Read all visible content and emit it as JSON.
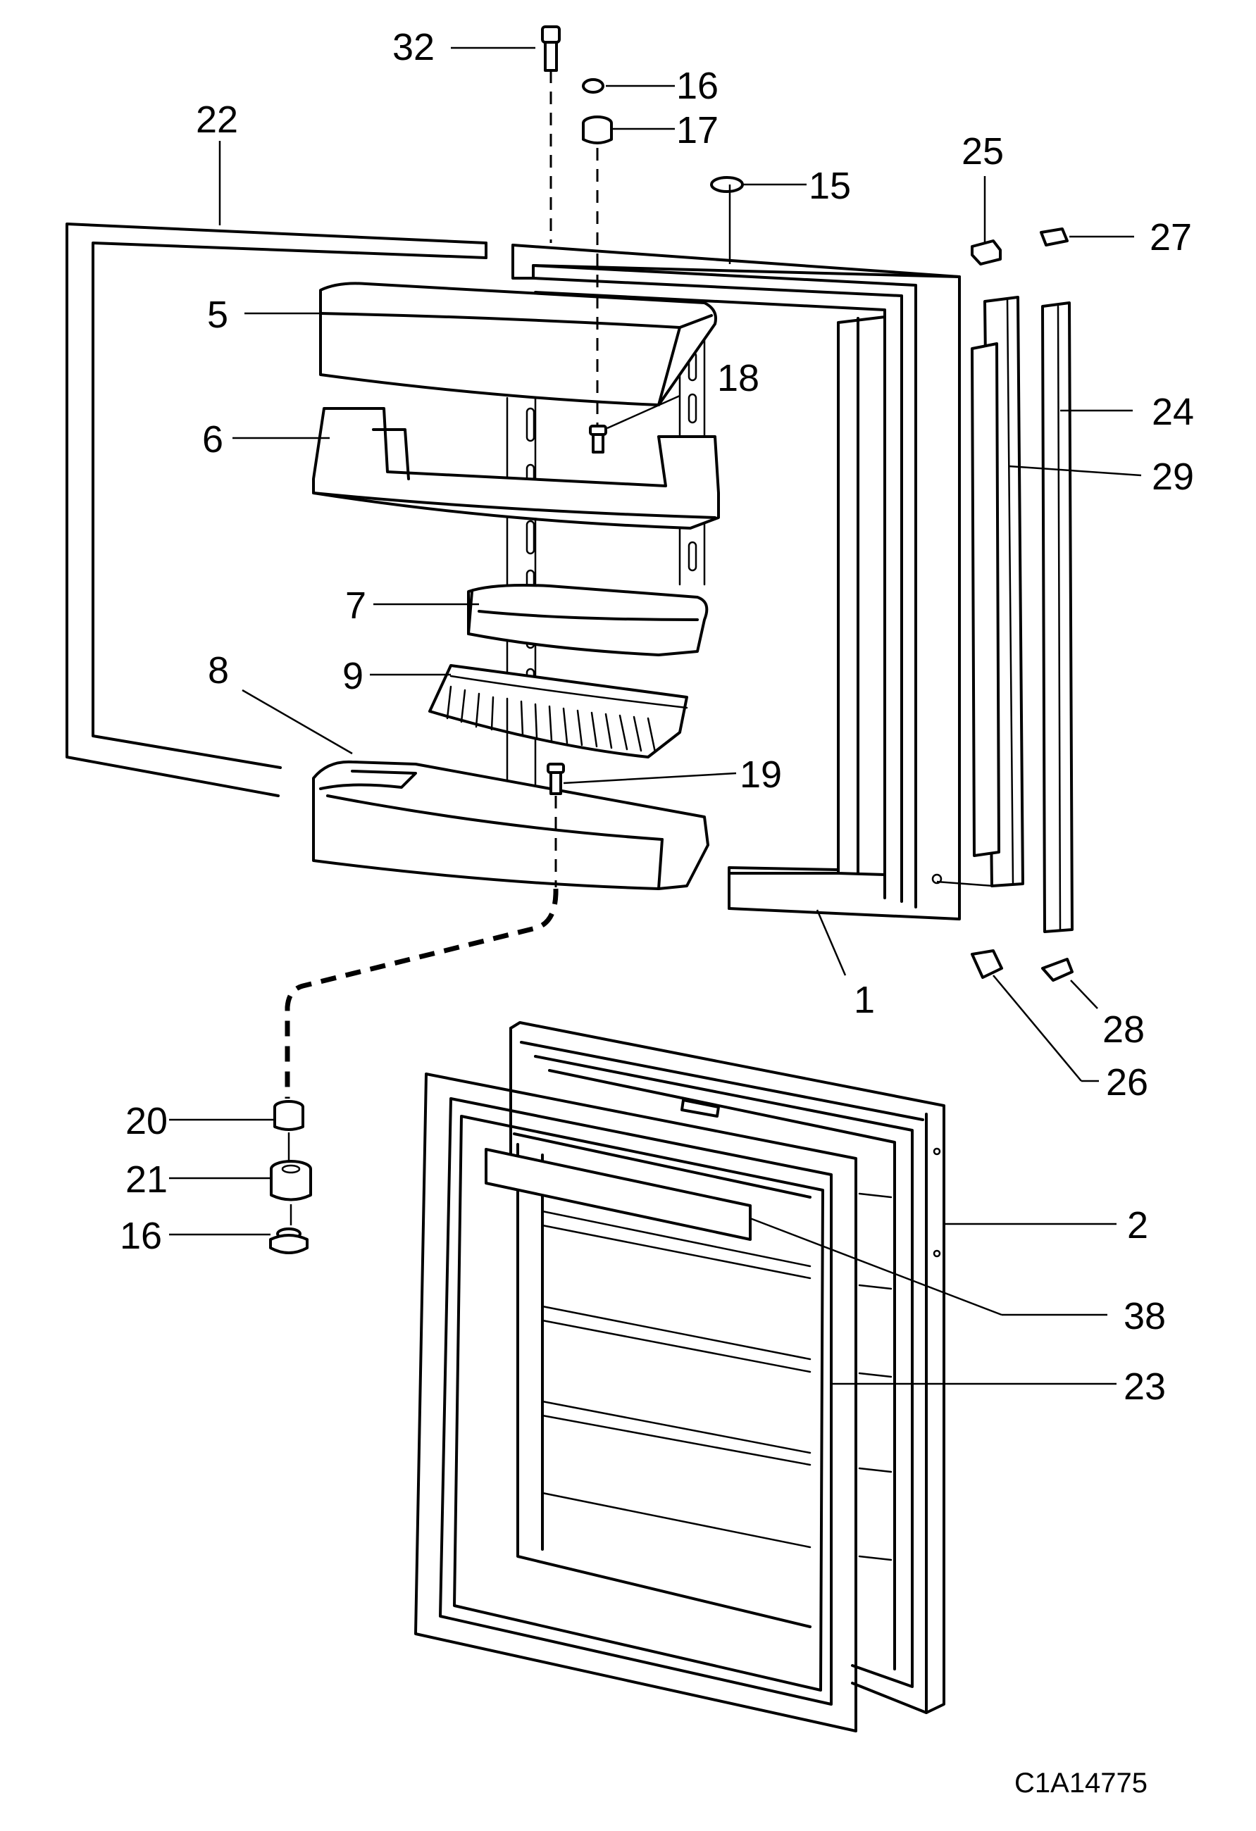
{
  "drawing_code": "C1A14775",
  "callouts": [
    {
      "id": "c32",
      "label": "32"
    },
    {
      "id": "c16a",
      "label": "16"
    },
    {
      "id": "c17",
      "label": "17"
    },
    {
      "id": "c22",
      "label": "22"
    },
    {
      "id": "c15",
      "label": "15"
    },
    {
      "id": "c25",
      "label": "25"
    },
    {
      "id": "c27",
      "label": "27"
    },
    {
      "id": "c5",
      "label": "5"
    },
    {
      "id": "c18",
      "label": "18"
    },
    {
      "id": "c6",
      "label": "6"
    },
    {
      "id": "c24",
      "label": "24"
    },
    {
      "id": "c29",
      "label": "29"
    },
    {
      "id": "c7",
      "label": "7"
    },
    {
      "id": "c9",
      "label": "9"
    },
    {
      "id": "c8",
      "label": "8"
    },
    {
      "id": "c19",
      "label": "19"
    },
    {
      "id": "c1",
      "label": "1"
    },
    {
      "id": "c28",
      "label": "28"
    },
    {
      "id": "c26",
      "label": "26"
    },
    {
      "id": "c20",
      "label": "20"
    },
    {
      "id": "c21",
      "label": "21"
    },
    {
      "id": "c16b",
      "label": "16"
    },
    {
      "id": "c2",
      "label": "2"
    },
    {
      "id": "c38",
      "label": "38"
    },
    {
      "id": "c23",
      "label": "23"
    }
  ]
}
